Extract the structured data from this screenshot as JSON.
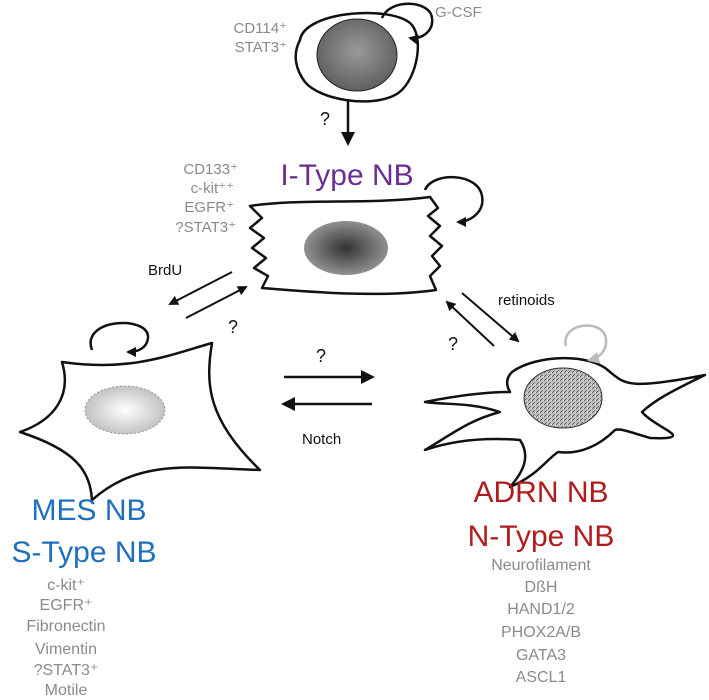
{
  "colors": {
    "i_type": "#6a2d91",
    "mes": "#1f6fbf",
    "adrn": "#b01c1c",
    "marker_text": "#8a8a8a"
  },
  "top_cell": {
    "markers": [
      "CD114⁺",
      "STAT3⁺"
    ],
    "signal": "G-CSF",
    "question": "?"
  },
  "i_type": {
    "title": "I-Type NB",
    "markers": [
      "CD133⁺",
      "c-kit⁺⁺",
      "EGFR⁺",
      "?STAT3⁺"
    ]
  },
  "mes": {
    "title_1": "MES NB",
    "title_2": "S-Type NB",
    "markers": [
      "c-kit⁺",
      "EGFR⁺",
      "Fibronectin",
      "Vimentin",
      "?STAT3⁺",
      "Motile"
    ]
  },
  "adrn": {
    "title_1": "ADRN NB",
    "title_2": "N-Type NB",
    "markers": [
      "Neurofilament",
      "DßH",
      "HAND1/2",
      "PHOX2A/B",
      "GATA3",
      "ASCL1"
    ]
  },
  "arrows": {
    "brdu": "BrdU",
    "left_question": "?",
    "retinoids": "retinoids",
    "right_question": "?",
    "middle_question": "?",
    "notch": "Notch"
  }
}
